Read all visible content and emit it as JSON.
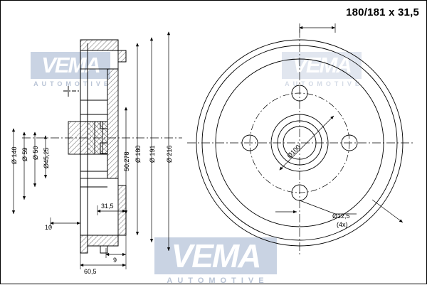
{
  "title": "180/181 x 31,5",
  "watermark": {
    "brand": "VEMA",
    "tagline": "AUTOMOTIVE"
  },
  "drawing": {
    "type": "technical-drawing",
    "subject": "brake drum",
    "views": [
      {
        "name": "section-view",
        "position": "left"
      },
      {
        "name": "front-view",
        "position": "right"
      }
    ],
    "dimensions_left_view": [
      {
        "label": "Ø 140",
        "value": 140,
        "unit": "mm"
      },
      {
        "label": "Ø 59",
        "value": 59,
        "unit": "mm"
      },
      {
        "label": "Ø 50",
        "value": 50,
        "unit": "mm"
      },
      {
        "label": "Ø45,25",
        "value": 45.25,
        "unit": "mm"
      },
      {
        "label": "50,278",
        "value": 50.278,
        "unit": "mm"
      },
      {
        "label": "Ø 180",
        "value": 180,
        "unit": "mm"
      },
      {
        "label": "Ø 191",
        "value": 191,
        "unit": "mm"
      },
      {
        "label": "Ø 216",
        "value": 216,
        "unit": "mm"
      },
      {
        "label": "31,5",
        "value": 31.5,
        "unit": "mm"
      },
      {
        "label": "10",
        "value": 10,
        "unit": "mm"
      },
      {
        "label": "9",
        "value": 9,
        "unit": "mm"
      },
      {
        "label": "60,5",
        "value": 60.5,
        "unit": "mm"
      }
    ],
    "dimensions_right_view": [
      {
        "label": "Ø100",
        "value": 100,
        "unit": "mm"
      },
      {
        "label": "Ø12,5",
        "value": 12.5,
        "unit": "mm"
      },
      {
        "label": "(4x)",
        "value": 4,
        "unit": "holes"
      }
    ]
  }
}
